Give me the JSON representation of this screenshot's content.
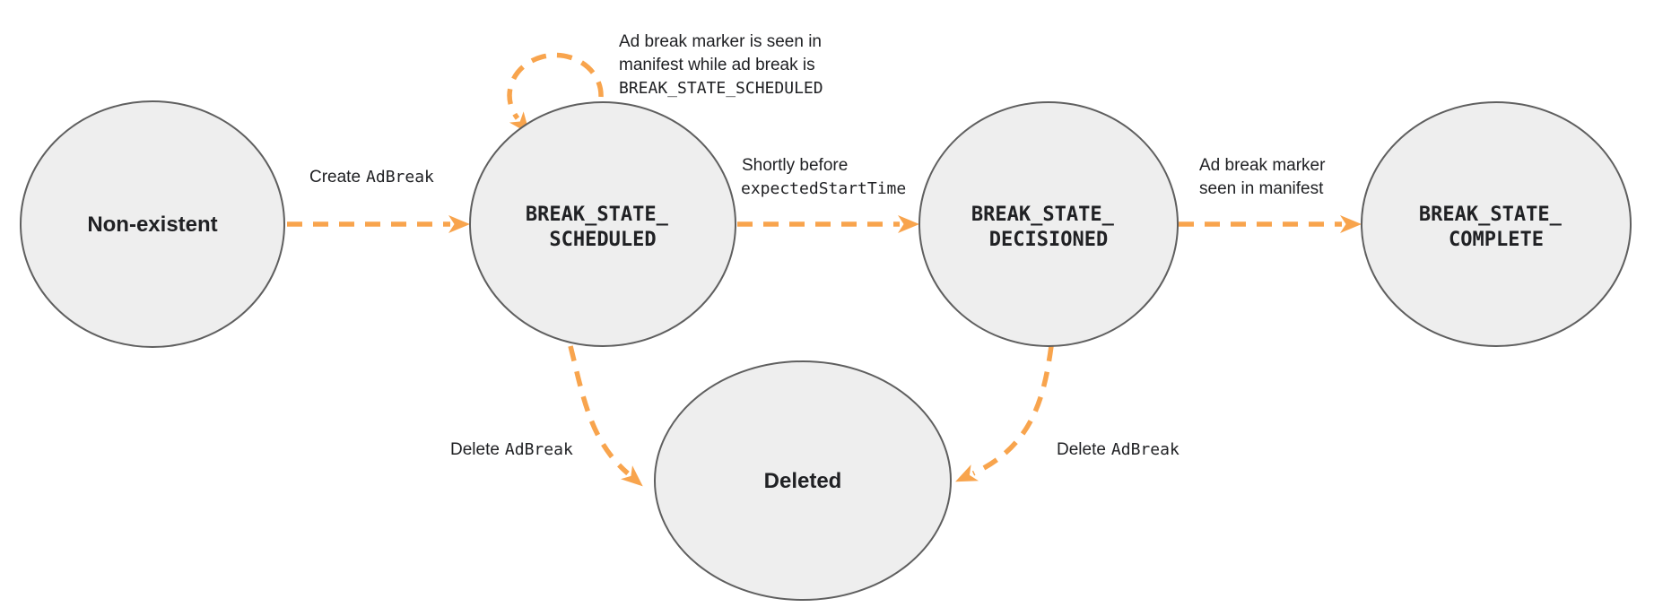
{
  "diagram_type": "state-machine",
  "states": {
    "non_existent": {
      "label": "Non-existent"
    },
    "scheduled": {
      "line1": "BREAK_STATE_",
      "line2": "SCHEDULED"
    },
    "decisioned": {
      "line1": "BREAK_STATE_",
      "line2": "DECISIONED"
    },
    "complete": {
      "line1": "BREAK_STATE_",
      "line2": "COMPLETE"
    },
    "deleted": {
      "label": "Deleted"
    }
  },
  "transitions": {
    "create": {
      "from": "Non-existent",
      "to": "BREAK_STATE_SCHEDULED",
      "prefix": "Create",
      "code": "AdBreak"
    },
    "self_loop": {
      "from": "BREAK_STATE_SCHEDULED",
      "to": "BREAK_STATE_SCHEDULED",
      "line1": "Ad break marker is seen in",
      "line2": "manifest while ad break is",
      "line3": "BREAK_STATE_SCHEDULED"
    },
    "to_decisioned": {
      "from": "BREAK_STATE_SCHEDULED",
      "to": "BREAK_STATE_DECISIONED",
      "line1": "Shortly before",
      "code": "expectedStartTime"
    },
    "to_complete": {
      "from": "BREAK_STATE_DECISIONED",
      "to": "BREAK_STATE_COMPLETE",
      "line1": "Ad break marker",
      "line2": "seen in manifest"
    },
    "delete_from_scheduled": {
      "from": "BREAK_STATE_SCHEDULED",
      "to": "Deleted",
      "prefix": "Delete",
      "code": "AdBreak"
    },
    "delete_from_decisioned": {
      "from": "BREAK_STATE_DECISIONED",
      "to": "Deleted",
      "prefix": "Delete",
      "code": "AdBreak"
    }
  },
  "colors": {
    "arrow": "#F8A44D",
    "node_fill": "#EEEEEE",
    "node_stroke": "#5F5F5F",
    "text": "#202124"
  }
}
